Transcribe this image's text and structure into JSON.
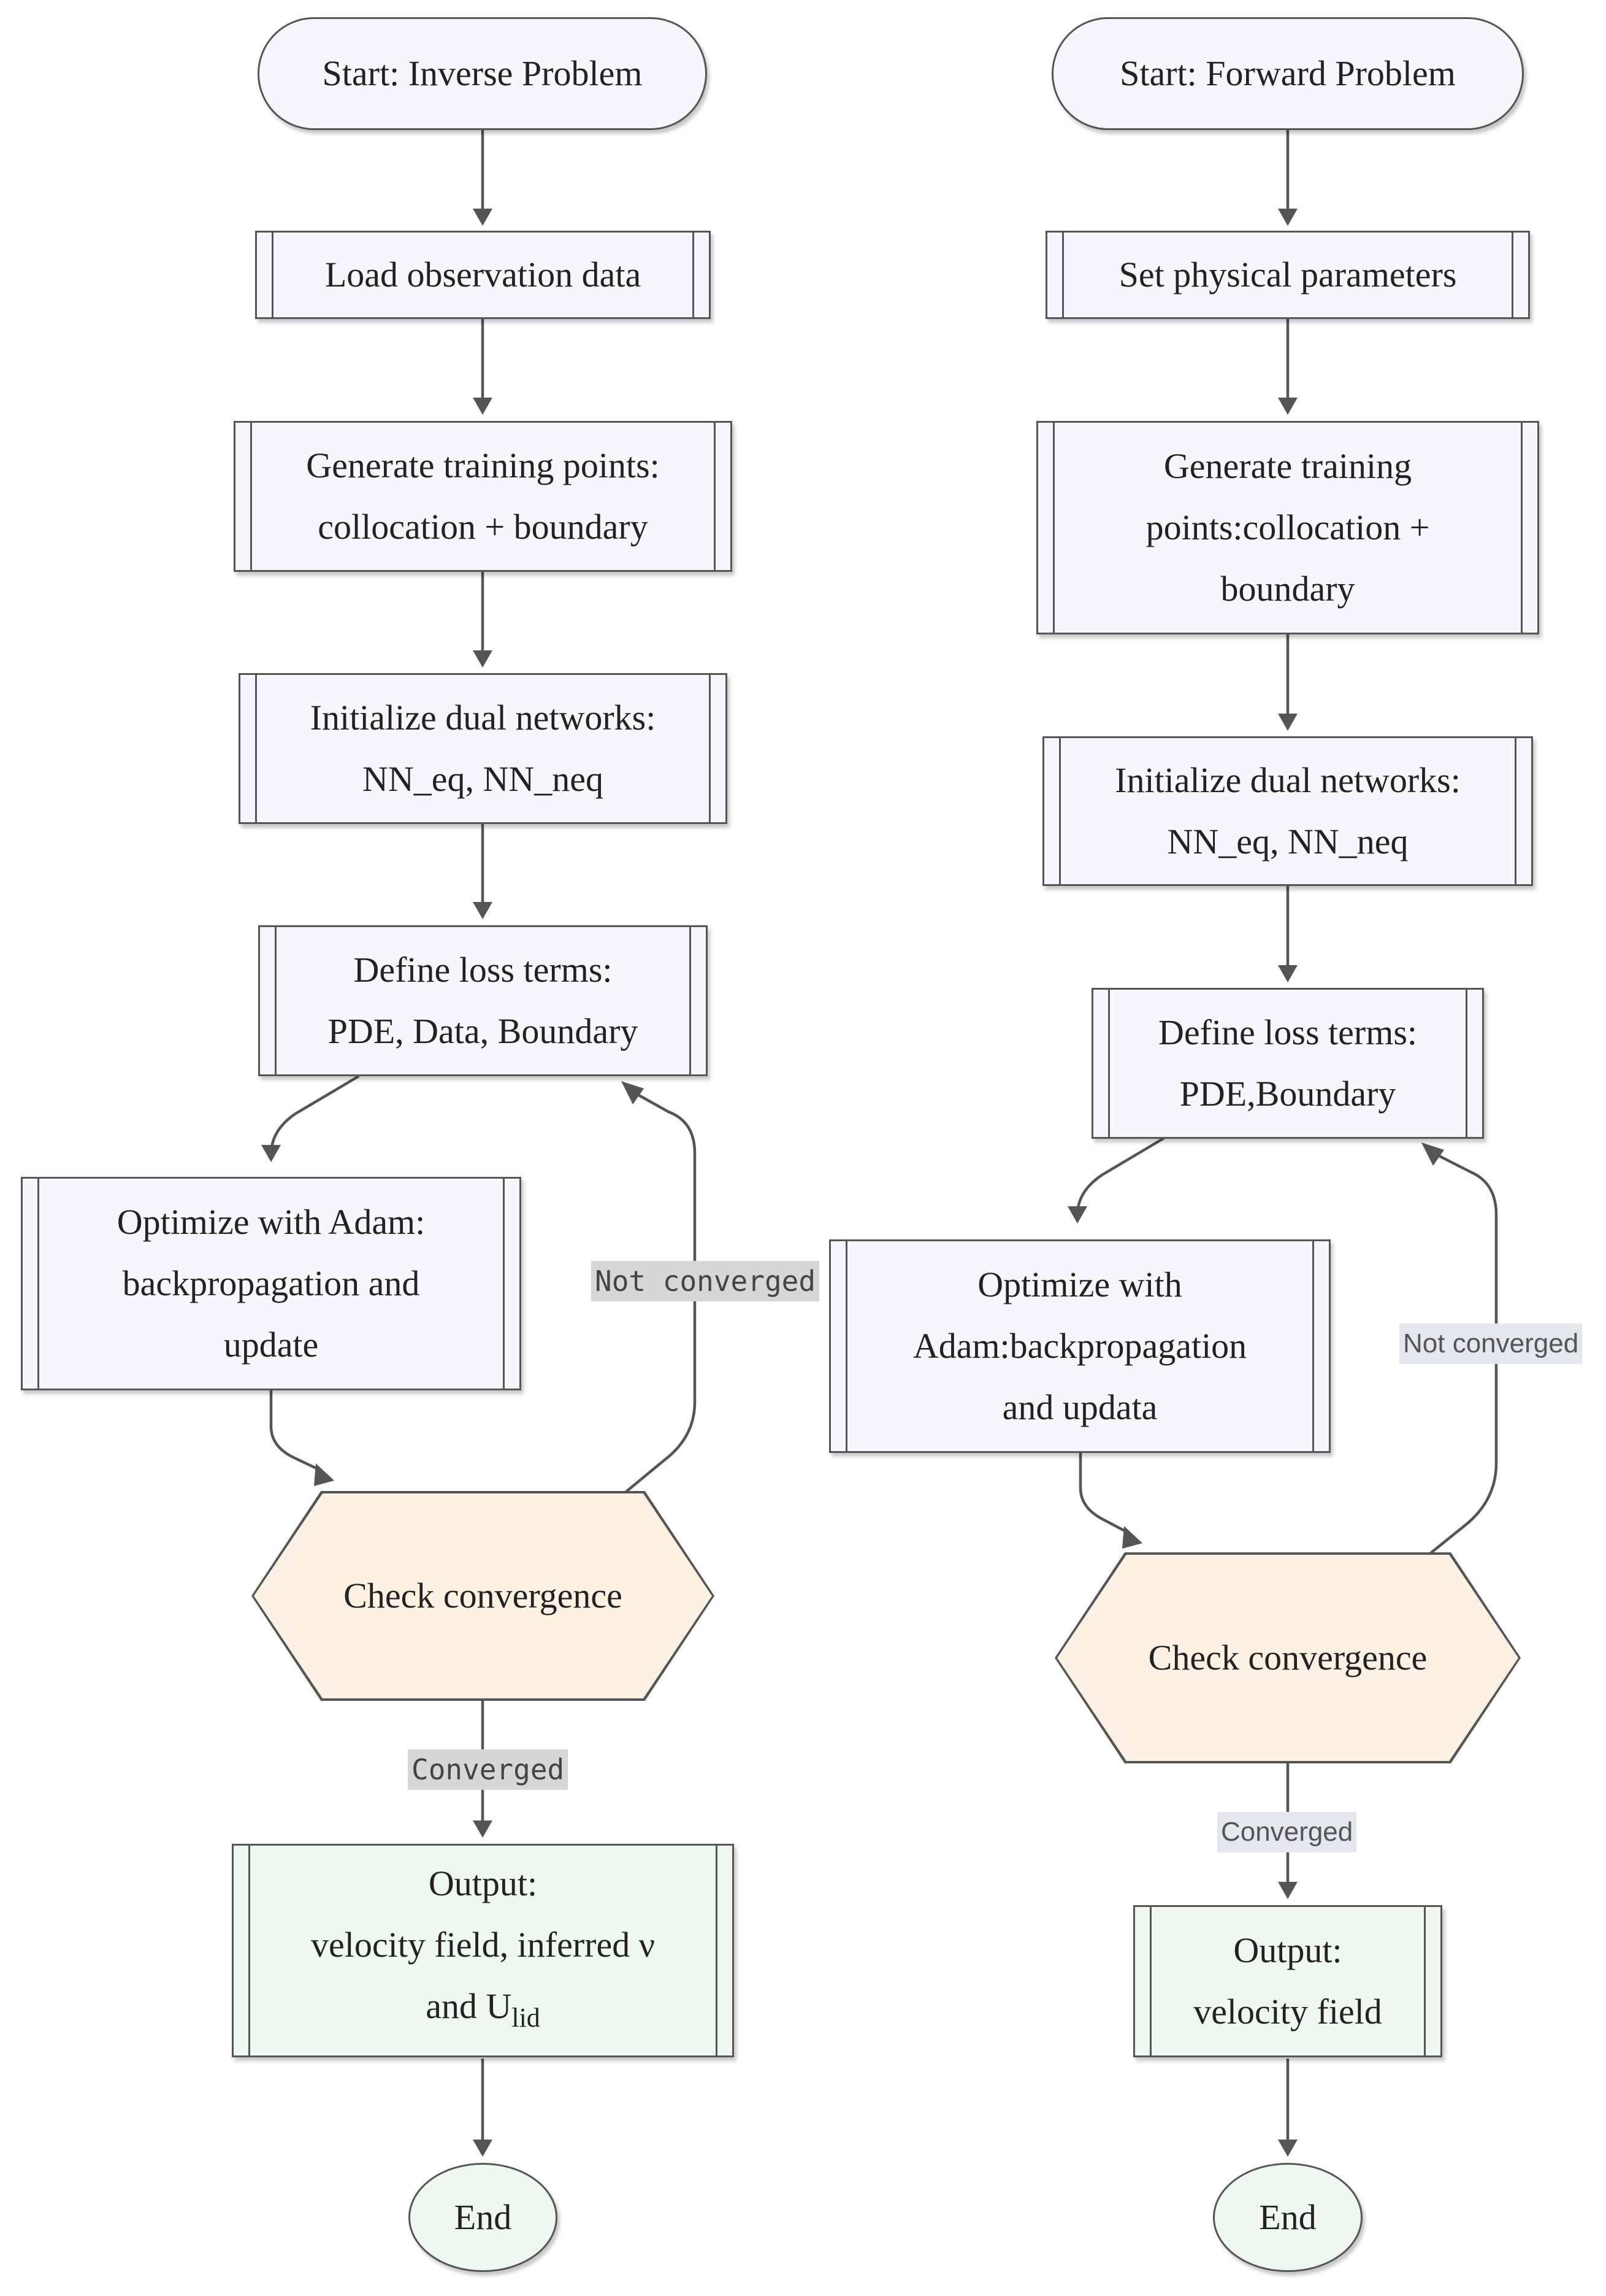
{
  "colors": {
    "stroke": "#555555",
    "process_fill": "#f7f6fd",
    "decision_fill": "#fdf1e4",
    "output_fill": "#eef7f0"
  },
  "inverse": {
    "start": "Start: Inverse Problem",
    "load": "Load observation data",
    "generate": [
      "Generate training points:",
      "collocation + boundary"
    ],
    "init": [
      "Initialize dual networks:",
      "NN_eq, NN_neq"
    ],
    "loss": [
      "Define loss terms:",
      "PDE, Data, Boundary"
    ],
    "optimize": [
      "Optimize with Adam:",
      "backpropagation and",
      "update"
    ],
    "check": "Check convergence",
    "not_converged": "Not converged",
    "converged": "Converged",
    "output": {
      "line1": "Output:",
      "line2": "velocity field, inferred ν",
      "line3_prefix": "and U",
      "line3_sub": "lid"
    },
    "end": "End"
  },
  "forward": {
    "start": "Start: Forward Problem",
    "set": "Set physical parameters",
    "generate": [
      "Generate training",
      "points:collocation +",
      "boundary"
    ],
    "init": [
      "Initialize dual networks:",
      "NN_eq, NN_neq"
    ],
    "loss": [
      "Define loss terms:",
      "PDE,Boundary"
    ],
    "optimize": [
      "Optimize with",
      "Adam:backpropagation",
      "and updata"
    ],
    "check": "Check convergence",
    "not_converged": "Not converged",
    "converged": "Converged",
    "output": [
      "Output:",
      "velocity field"
    ],
    "end": "End"
  }
}
